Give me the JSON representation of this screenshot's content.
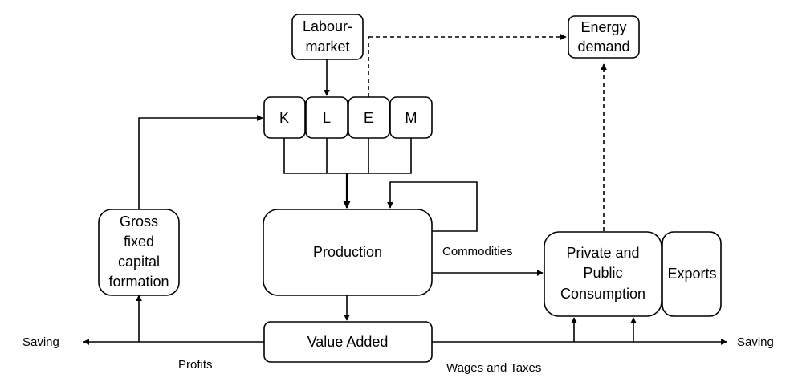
{
  "nodes": {
    "labour_market": [
      "Labour-",
      "market"
    ],
    "energy_demand": [
      "Energy",
      "demand"
    ],
    "k": "K",
    "l": "L",
    "e": "E",
    "m": "M",
    "production": "Production",
    "value_added": "Value Added",
    "gross_fixed_capital_formation": [
      "Gross",
      "fixed",
      "capital",
      "formation"
    ],
    "private_public_consumption": [
      "Private and",
      "Public",
      "Consumption"
    ],
    "exports": "Exports"
  },
  "edge_labels": {
    "commodities": "Commodities",
    "profits": "Profits",
    "wages_and_taxes": "Wages and Taxes",
    "saving_left": "Saving",
    "saving_right": "Saving"
  }
}
